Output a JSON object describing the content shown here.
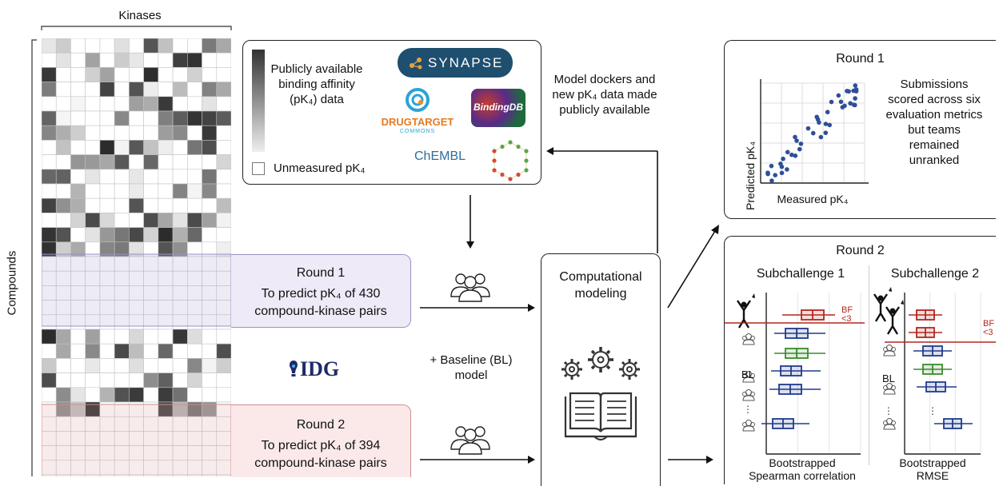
{
  "matrix": {
    "kinases_label": "Kinases",
    "compounds_label": "Compounds"
  },
  "sources": {
    "legend_text": "Publicly available binding affinity (pK₄) data",
    "unmeasured_text": "Unmeasured pK₄",
    "logos": {
      "synapse": "SYNAPSE",
      "drugtarget": "DRUGTARGET",
      "drugtarget_sub": "COMMONS",
      "bindingdb": "BindingDB",
      "chembl": "ChEMBL"
    }
  },
  "feedback_text": "Model dockers and new pK₄ data made publicly available",
  "round1_task": {
    "title": "Round 1",
    "line1": "To predict pK₄ of 430",
    "line2": "compound-kinase pairs"
  },
  "round2_task": {
    "title": "Round 2",
    "line1": "To predict pK₄ of 394",
    "line2": "compound-kinase pairs"
  },
  "idg_logo": "IDG",
  "baseline_text": "+ Baseline (BL) model",
  "modeling": {
    "title": "Computational modeling"
  },
  "round1_panel": {
    "title": "Round 1",
    "xlabel": "Measured pK₄",
    "ylabel": "Predicted pK₄",
    "note": "Submissions scored across six evaluation metrics but teams remained unranked"
  },
  "round2_panel": {
    "title": "Round 2",
    "sub1": {
      "title": "Subchallenge 1",
      "xlabel": "Bootstrapped Spearman correlation",
      "bf_label": "BF\n<3",
      "bl_label": "BL"
    },
    "sub2": {
      "title": "Subchallenge 2",
      "xlabel": "Bootstrapped RMSE",
      "bf_label": "BF\n<3",
      "bl_label": "BL"
    }
  },
  "colors": {
    "round1_fill": "#efeaf7",
    "round1_border": "#9d8fc4",
    "round2_fill": "#fbe9e9",
    "round2_border": "#d38e8e",
    "red": "#b3261e",
    "blue": "#1f3b8c",
    "green": "#3c8a2e",
    "scatter": "#2e4f98"
  }
}
